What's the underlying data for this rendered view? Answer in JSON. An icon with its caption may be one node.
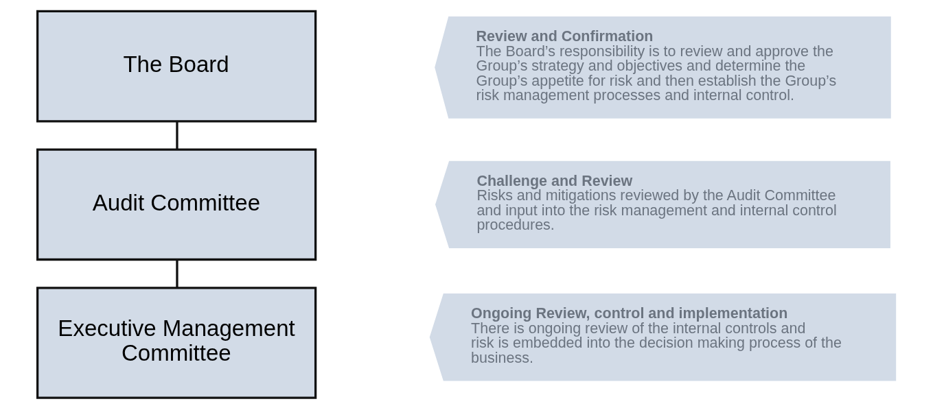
{
  "diagram": {
    "nodes": [
      {
        "text": [
          "The Board"
        ]
      },
      {
        "text": [
          "Audit Committee"
        ]
      },
      {
        "text": [
          "Executive Management Committee"
        ]
      },
      {
        "text": [
          "Review and Confirmation",
          "The Board’s responsibility is to review and approve the Group’s strategy and objectives and determine the Group’s appetite for risk and then establish the Group’s risk management processes and internal control."
        ]
      },
      {
        "text": [
          "Challenge and Review",
          "Risks and mitigations reviewed by the Audit Committee and input into the risk management and internal control procedures."
        ]
      },
      {
        "text": [
          "Ongoing Review, control and implementation",
          "There is ongoing review of the internal controls and risk is embedded into the decision making process of the business."
        ]
      }
    ],
    "edges": [
      {
        "from": 0,
        "to": 1,
        "arrow": "none"
      },
      {
        "from": 1,
        "to": 2,
        "arrow": "none"
      }
    ]
  }
}
